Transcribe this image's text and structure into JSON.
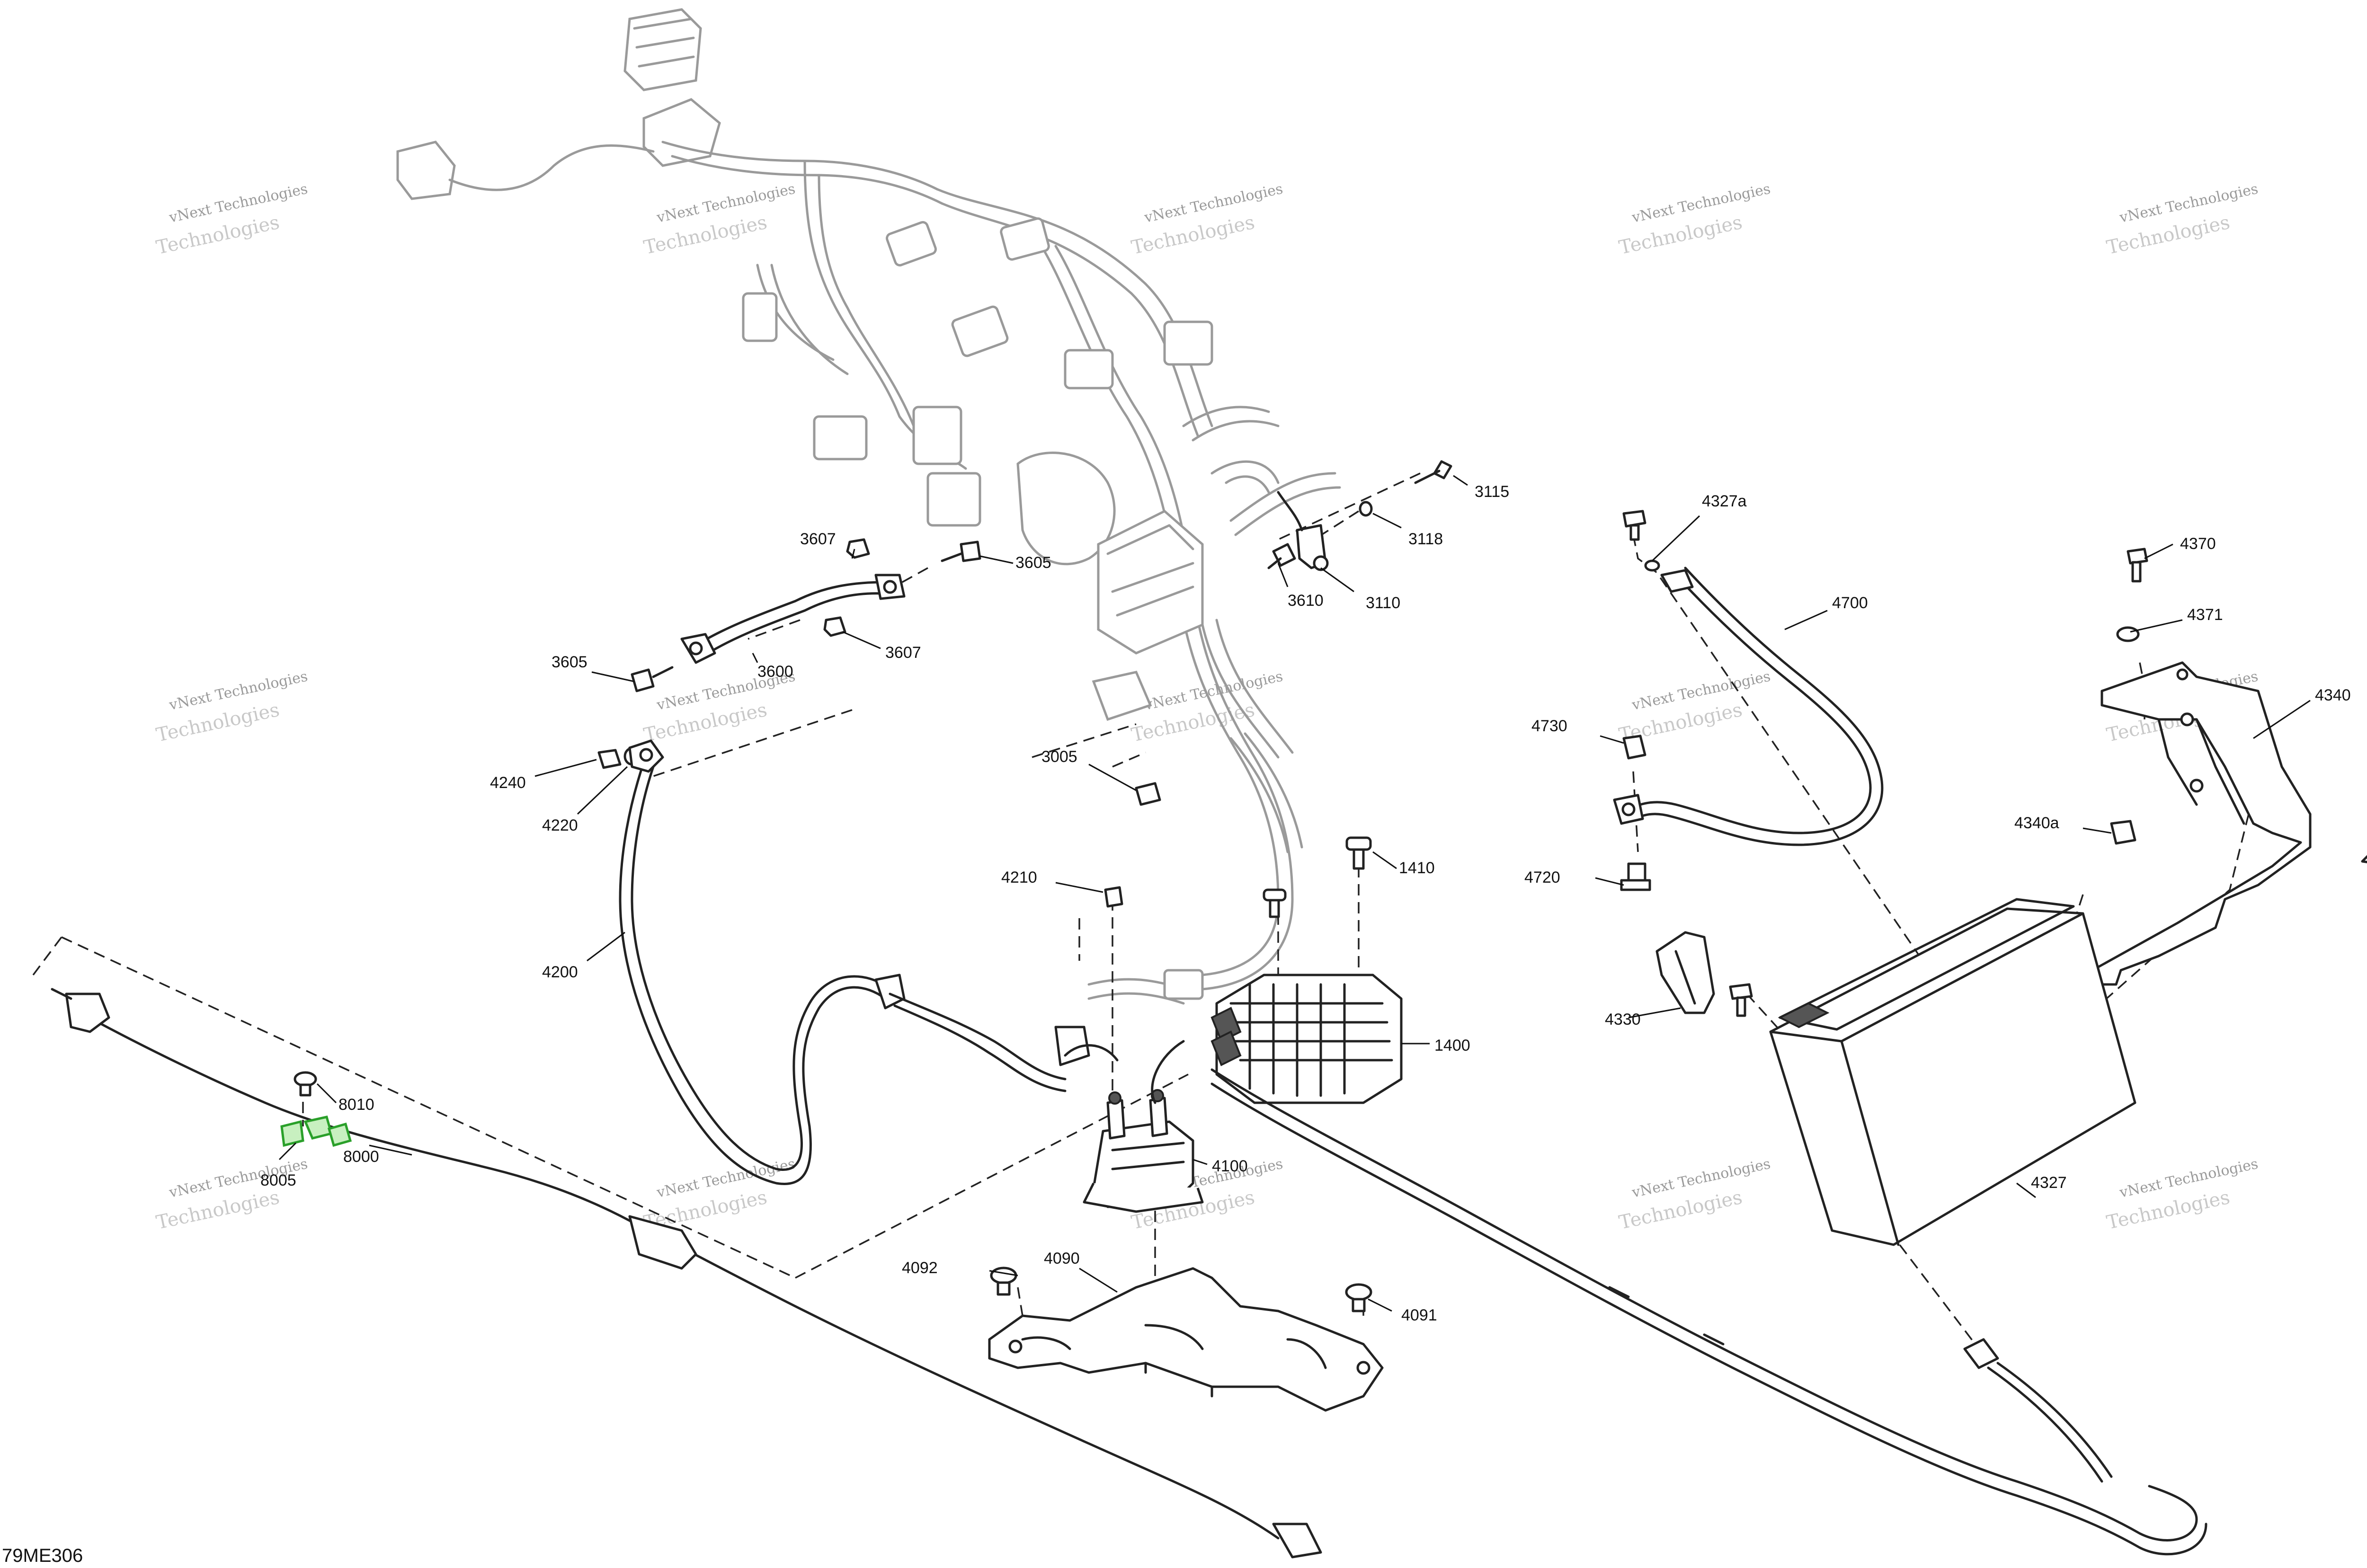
{
  "diagram": {
    "code": "79ME306",
    "watermark": {
      "line1": "vNext Technologies",
      "line2": "Technologies"
    },
    "callouts": {
      "c3115": "3115",
      "c4327a": "4327a",
      "c3118": "3118",
      "c3607a": "3607",
      "c3605a": "3605",
      "c3610": "3610",
      "c3110": "3110",
      "c4700": "4700",
      "c4370": "4370",
      "c4371": "4371",
      "c3607b": "3607",
      "c3605b": "3605",
      "c3600": "3600",
      "c4340": "4340",
      "c4730": "4730",
      "c3005": "3005",
      "c4240": "4240",
      "c4220": "4220",
      "c4340a": "4340a",
      "c4210": "4210",
      "c1410": "1410",
      "c4720": "4720",
      "c4200": "4200",
      "c4330": "4330",
      "c1400": "1400",
      "c8010": "8010",
      "c4100": "4100",
      "c8005": "8005",
      "c8000": "8000",
      "c4327": "4327",
      "c4090": "4090",
      "c4092": "4092",
      "c4091": "4091"
    }
  }
}
